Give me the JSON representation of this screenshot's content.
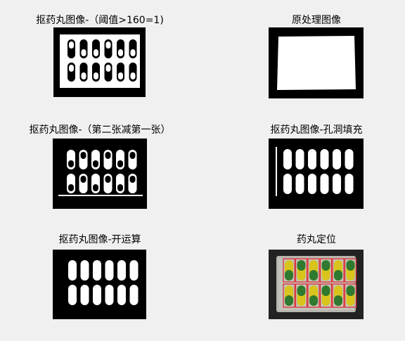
{
  "window": {
    "background": "#f0f0f0"
  },
  "panels": [
    {
      "id": "threshold",
      "title": "抠药丸图像-（阈值>160=1)",
      "image": "binary threshold mask"
    },
    {
      "id": "original",
      "title": "原处理图像",
      "image": "binary mask of blister card"
    },
    {
      "id": "subtract",
      "title": "抠药丸图像-（第二张减第一张）",
      "image": "difference mask"
    },
    {
      "id": "holefill",
      "title": "抠药丸图像-孔洞填充",
      "image": "hole filled mask"
    },
    {
      "id": "opening",
      "title": "抠药丸图像-开运算",
      "image": "morphological opening mask"
    },
    {
      "id": "located",
      "title": "药丸定位",
      "image": "color photo with red bounding boxes"
    }
  ],
  "colors": {
    "mask_bg": "#000000",
    "mask_fg": "#ffffff",
    "capsule_yellow": "#d8c41c",
    "capsule_green": "#2f7a2e",
    "bbox_red": "#e0242a",
    "blister_tray": "#b7b6ae"
  }
}
